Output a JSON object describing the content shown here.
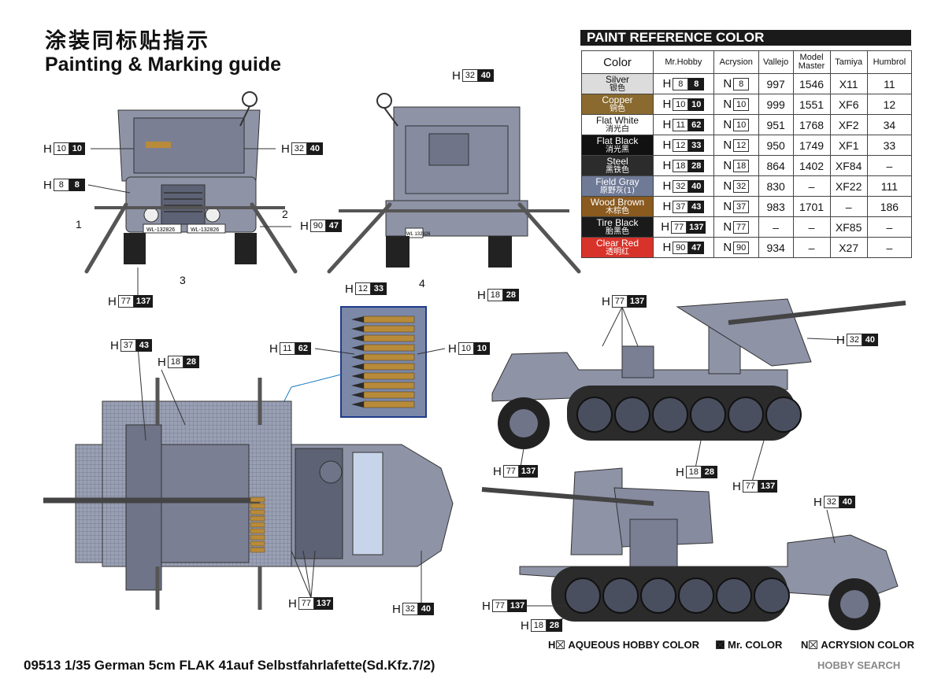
{
  "title_cn": "涂装同标贴指示",
  "title_en": "Painting & Marking guide",
  "reference": {
    "header": "PAINT  REFERENCE COLOR",
    "columns": [
      "Color",
      "Mr.Hobby",
      "Acrysion",
      "Vallejo",
      "Model Master",
      "Tamiya",
      "Humbrol"
    ],
    "rows": [
      {
        "name": "Silver",
        "cn": "银色",
        "bg": "#dcdcdc",
        "fg": "#111111",
        "h1": "8",
        "h2": "8",
        "n": "8",
        "vallejo": "997",
        "mm": "1546",
        "tamiya": "X11",
        "humbrol": "11"
      },
      {
        "name": "Copper",
        "cn": "铜色",
        "bg": "#8a6a2e",
        "fg": "#ffffff",
        "h1": "10",
        "h2": "10",
        "n": "10",
        "vallejo": "999",
        "mm": "1551",
        "tamiya": "XF6",
        "humbrol": "12"
      },
      {
        "name": "Flat White",
        "cn": "消光白",
        "bg": "#ffffff",
        "fg": "#111111",
        "h1": "11",
        "h2": "62",
        "n": "10",
        "vallejo": "951",
        "mm": "1768",
        "tamiya": "XF2",
        "humbrol": "34"
      },
      {
        "name": "Flat Black",
        "cn": "消光黑",
        "bg": "#111111",
        "fg": "#ffffff",
        "h1": "12",
        "h2": "33",
        "n": "12",
        "vallejo": "950",
        "mm": "1749",
        "tamiya": "XF1",
        "humbrol": "33"
      },
      {
        "name": "Steel",
        "cn": "黑铁色",
        "bg": "#2c2c2c",
        "fg": "#ffffff",
        "h1": "18",
        "h2": "28",
        "n": "18",
        "vallejo": "864",
        "mm": "1402",
        "tamiya": "XF84",
        "humbrol": "–"
      },
      {
        "name": "Field Gray",
        "cn": "原野灰(1)",
        "bg": "#6f7a96",
        "fg": "#ffffff",
        "h1": "32",
        "h2": "40",
        "n": "32",
        "vallejo": "830",
        "mm": "–",
        "tamiya": "XF22",
        "humbrol": "111"
      },
      {
        "name": "Wood Brown",
        "cn": "木棕色",
        "bg": "#8a5a1f",
        "fg": "#ffffff",
        "h1": "37",
        "h2": "43",
        "n": "37",
        "vallejo": "983",
        "mm": "1701",
        "tamiya": "–",
        "humbrol": "186"
      },
      {
        "name": "Tire Black",
        "cn": "胎黑色",
        "bg": "#1a1a1a",
        "fg": "#ffffff",
        "h1": "77",
        "h2": "137",
        "n": "77",
        "vallejo": "–",
        "mm": "–",
        "tamiya": "XF85",
        "humbrol": "–"
      },
      {
        "name": "Clear Red",
        "cn": "透明红",
        "bg": "#d8332a",
        "fg": "#ffffff",
        "h1": "90",
        "h2": "47",
        "n": "90",
        "vallejo": "934",
        "mm": "–",
        "tamiya": "X27",
        "humbrol": "–"
      }
    ]
  },
  "codes": [
    {
      "l": "H",
      "a": "32",
      "b": "40"
    },
    {
      "l": "H",
      "a": "10",
      "b": "10"
    },
    {
      "l": "H",
      "a": "32",
      "b": "40"
    },
    {
      "l": "H",
      "a": "8",
      "b": "8"
    },
    {
      "l": "H",
      "a": "90",
      "b": "47"
    },
    {
      "l": "H",
      "a": "77",
      "b": "137"
    },
    {
      "l": "H",
      "a": "18",
      "b": "28"
    },
    {
      "l": "H",
      "a": "12",
      "b": "33"
    },
    {
      "l": "H",
      "a": "11",
      "b": "62"
    },
    {
      "l": "H",
      "a": "10",
      "b": "10"
    },
    {
      "l": "H",
      "a": "37",
      "b": "43"
    },
    {
      "l": "H",
      "a": "18",
      "b": "28"
    },
    {
      "l": "H",
      "a": "77",
      "b": "137"
    },
    {
      "l": "H",
      "a": "32",
      "b": "40"
    },
    {
      "l": "H",
      "a": "77",
      "b": "137"
    },
    {
      "l": "H",
      "a": "18",
      "b": "28"
    },
    {
      "l": "H",
      "a": "77",
      "b": "137"
    },
    {
      "l": "H",
      "a": "32",
      "b": "40"
    },
    {
      "l": "H",
      "a": "77",
      "b": "137"
    },
    {
      "l": "H",
      "a": "18",
      "b": "28"
    },
    {
      "l": "H",
      "a": "77",
      "b": "137"
    },
    {
      "l": "H",
      "a": "32",
      "b": "40"
    }
  ],
  "callouts": [
    "1",
    "2",
    "3",
    "4"
  ],
  "plates": [
    "WL-132826",
    "WL-132826",
    "WL 132826"
  ],
  "legend": {
    "h": "H",
    "aqueous": "AQUEOUS HOBBY COLOR",
    "mr": "Mr. COLOR",
    "n": "N",
    "acrysion": "ACRYSION COLOR"
  },
  "footer": "09513  1/35 German 5cm FLAK 41auf Selbstfahrlafette(Sd.Kfz.7/2)",
  "watermark": "HOBBY SEARCH",
  "colors": {
    "vehicle": "#8e93a6",
    "vehicle_dark": "#5d6275",
    "ammo": "#b88b3a",
    "ammo_bg": "#7c88a8"
  }
}
